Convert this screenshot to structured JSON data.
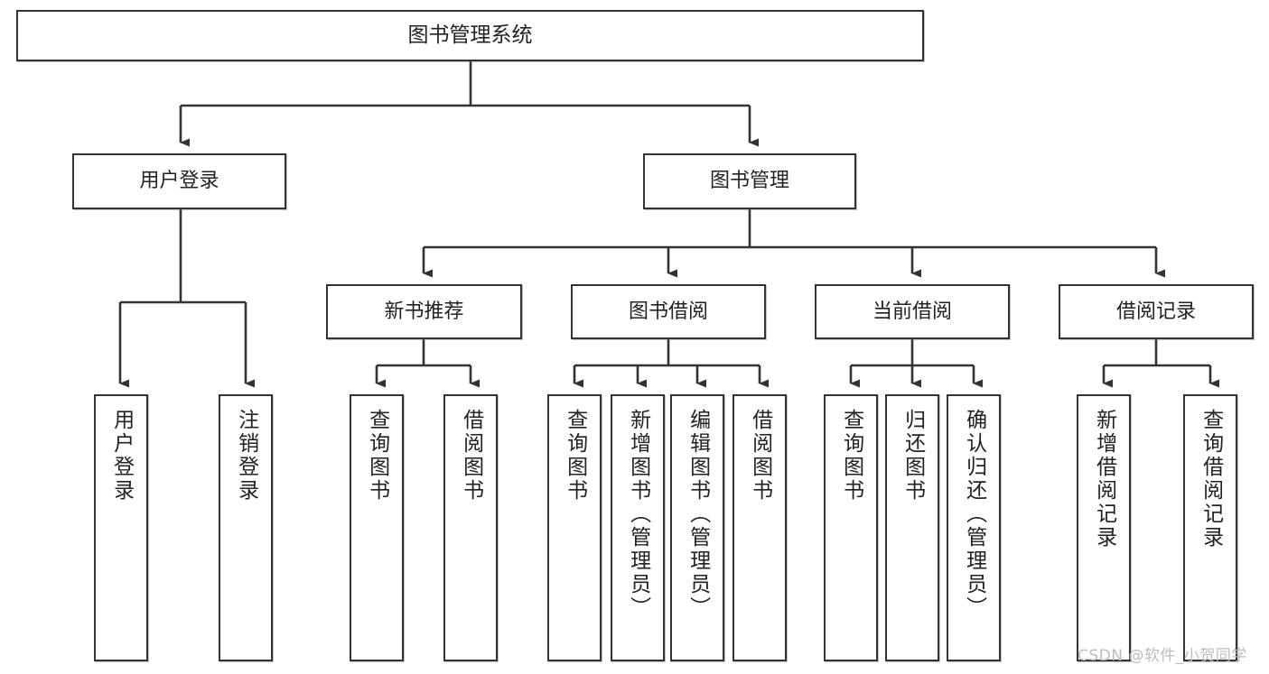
{
  "diagram": {
    "type": "hierarchy-tree",
    "title": "图书管理系统",
    "root": {
      "label": "图书管理系统"
    },
    "level2": [
      {
        "label": "用户登录"
      },
      {
        "label": "图书管理"
      }
    ],
    "level3": [
      {
        "label": "新书推荐"
      },
      {
        "label": "图书借阅"
      },
      {
        "label": "当前借阅"
      },
      {
        "label": "借阅记录"
      }
    ],
    "leaves": {
      "user_login": [
        {
          "label": "用户登录"
        },
        {
          "label": "注销登录"
        }
      ],
      "new_book_recommend": [
        {
          "label": "查询图书"
        },
        {
          "label": "借阅图书"
        }
      ],
      "book_borrow": [
        {
          "label": "查询图书"
        },
        {
          "label": "新增图书（管理员）"
        },
        {
          "label": "编辑图书（管理员）"
        },
        {
          "label": "借阅图书"
        }
      ],
      "current_borrow": [
        {
          "label": "查询图书"
        },
        {
          "label": "归还图书"
        },
        {
          "label": "确认归还（管理员）"
        }
      ],
      "borrow_record": [
        {
          "label": "新增借阅记录"
        },
        {
          "label": "查询借阅记录"
        }
      ]
    }
  },
  "watermark": {
    "text": "CSDN @软件_小贺同学"
  },
  "colors": {
    "border": "#333333",
    "text": "#222222",
    "background": "#ffffff",
    "watermark": "#bdbdbd"
  }
}
